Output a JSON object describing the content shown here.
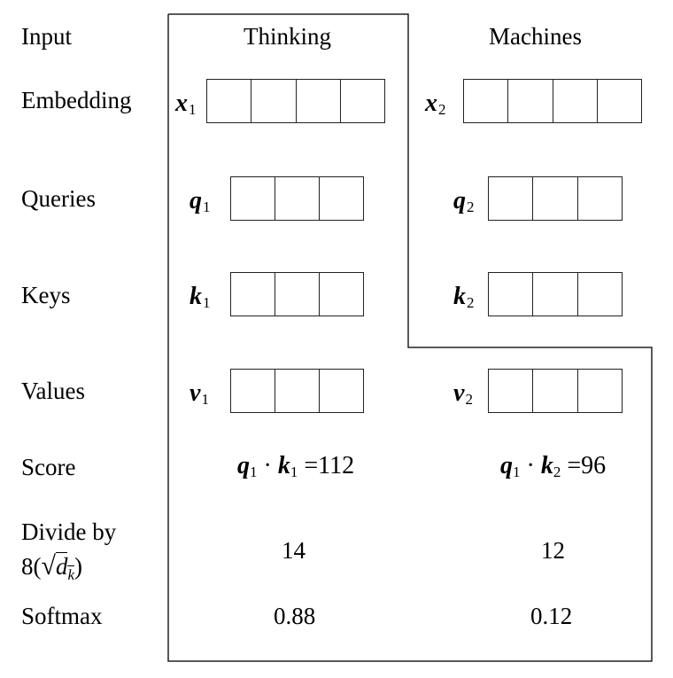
{
  "columns": {
    "word1": "Thinking",
    "word2": "Machines"
  },
  "rows": {
    "input": "Input",
    "embedding": "Embedding",
    "queries": "Queries",
    "keys": "Keys",
    "values": "Values",
    "score": "Score",
    "divide_line1": "Divide by",
    "divide_line2_prefix": "8(",
    "divide_line2_sqrt": "d",
    "divide_line2_sub": "k",
    "divide_line2_suffix": ")",
    "softmax": "Softmax"
  },
  "vectors": {
    "x1": {
      "symbol": "x",
      "sub": "1"
    },
    "x2": {
      "symbol": "x",
      "sub": "2"
    },
    "q1": {
      "symbol": "q",
      "sub": "1"
    },
    "q2": {
      "symbol": "q",
      "sub": "2"
    },
    "k1": {
      "symbol": "k",
      "sub": "1"
    },
    "k2": {
      "symbol": "k",
      "sub": "2"
    },
    "v1": {
      "symbol": "v",
      "sub": "1"
    },
    "v2": {
      "symbol": "v",
      "sub": "2"
    }
  },
  "score": {
    "s1": {
      "a": "q",
      "a_sub": "1",
      "dot": "·",
      "b": "k",
      "b_sub": "1",
      "eq": "=",
      "value": "112"
    },
    "s2": {
      "a": "q",
      "a_sub": "1",
      "dot": "·",
      "b": "k",
      "b_sub": "2",
      "eq": "=",
      "value": "96"
    }
  },
  "divided": {
    "d1": "14",
    "d2": "12"
  },
  "softmax": {
    "p1": "0.88",
    "p2": "0.12"
  }
}
